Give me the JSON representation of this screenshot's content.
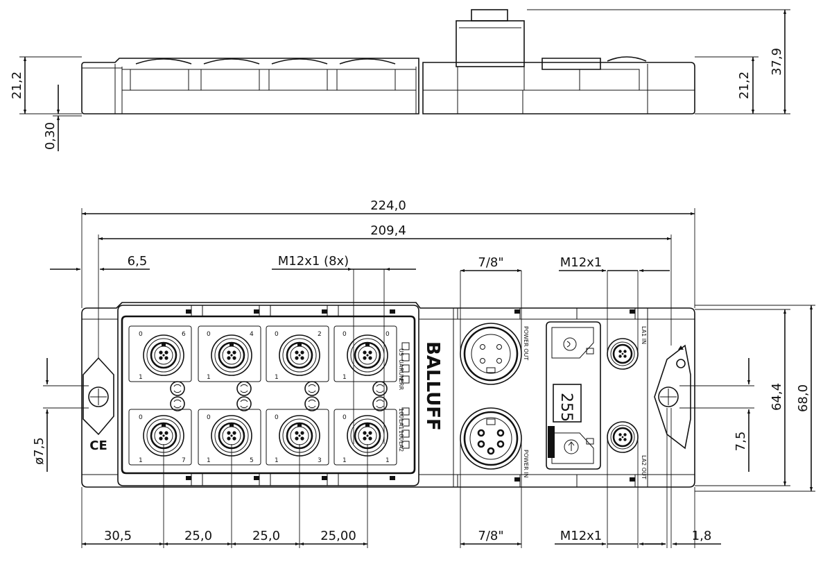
{
  "dimensions": {
    "side_height_left": "21,2",
    "side_gap": "0,30",
    "side_height_right": "21,2",
    "total_height": "37,9",
    "overall_length": "224,0",
    "hole_spacing": "209,4",
    "edge_offset": "6,5",
    "m12_connector_group": "M12x1 (8x)",
    "power_connector_top": "7/8\"",
    "m12_connector_top": "M12x1",
    "hole_diameter": "7,5",
    "width_inner": "64,4",
    "width_outer": "68,0",
    "hole_offset": "7,5",
    "first_port_offset": "30,5",
    "port_pitch_1": "25,0",
    "port_pitch_2": "25,0",
    "port_pitch_3": "25,00",
    "power_connector_bottom": "7/8\"",
    "m12_connector_bottom": "M12x1",
    "right_offset": "1,8"
  },
  "device": {
    "brand": "BALLUFF",
    "display_value": "255",
    "ce_mark": "CE",
    "power_out_label": "POWER OUT",
    "power_in_label": "POWER IN",
    "lan1_in_label": "LA1 IN",
    "lan2_out_label": "LA2 OUT",
    "led_labels_top": [
      "US",
      "UA",
      "RUN",
      "ERR"
    ],
    "led_labels_bottom": [
      "100",
      "LA1",
      "100",
      "LA2"
    ],
    "ports_top": [
      {
        "pin_a": "0",
        "pin_b": "6",
        "pin_c": "1"
      },
      {
        "pin_a": "0",
        "pin_b": "4",
        "pin_c": "1"
      },
      {
        "pin_a": "0",
        "pin_b": "2",
        "pin_c": "1"
      },
      {
        "pin_a": "0",
        "pin_b": "0",
        "pin_c": "1"
      }
    ],
    "ports_bottom": [
      {
        "pin_a": "0",
        "pin_b": "7",
        "pin_c": "1"
      },
      {
        "pin_a": "0",
        "pin_b": "5",
        "pin_c": "1"
      },
      {
        "pin_a": "0",
        "pin_b": "3",
        "pin_c": "1"
      },
      {
        "pin_a": "0",
        "pin_b": "1",
        "pin_c": "1"
      }
    ]
  }
}
